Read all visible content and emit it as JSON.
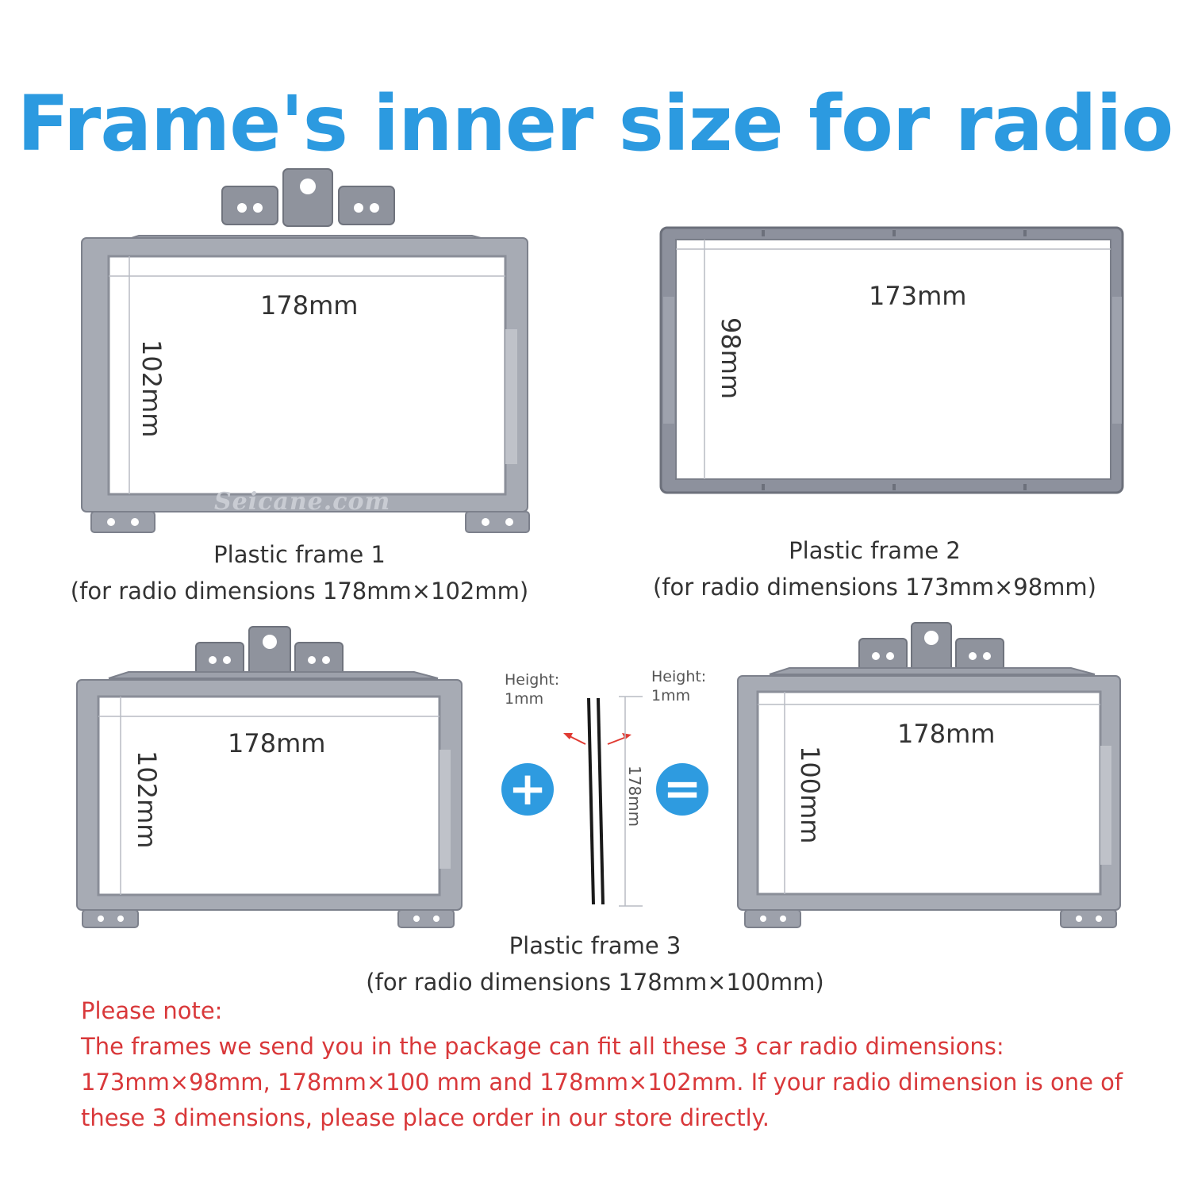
{
  "title": "Frame's inner size for radio",
  "colors": {
    "title": "#2c9ae0",
    "accent_circle": "#2e9be0",
    "note": "#d9383a",
    "frame_fill": "#a7abb4",
    "frame_edge": "#7d818c",
    "frame2_fill": "#8d919d",
    "arrow": "#e03a32",
    "strip": "#1a1a1a"
  },
  "frame1": {
    "width_label": "178mm",
    "height_label": "102mm",
    "caption_line1": "Plastic frame 1",
    "caption_line2": "(for radio dimensions 178mm×102mm)",
    "watermark": "Seicane.com"
  },
  "frame2": {
    "width_label": "173mm",
    "height_label": "98mm",
    "caption_line1": "Plastic frame 2",
    "caption_line2": "(for radio dimensions 173mm×98mm)"
  },
  "frame3": {
    "left_width_label": "178mm",
    "left_height_label": "102mm",
    "strip_height_left": "Height:",
    "strip_height_left_value": "1mm",
    "strip_height_right": "Height:",
    "strip_height_right_value": "1mm",
    "strip_length_label": "178mm",
    "plus_symbol": "+",
    "equals_symbol": "=",
    "right_width_label": "178mm",
    "right_height_label": "100mm",
    "caption_line1": "Plastic frame 3",
    "caption_line2": "(for radio dimensions 178mm×100mm)"
  },
  "note": {
    "heading": "Please note:",
    "line1": "The frames we send you in the package can fit all these 3 car radio dimensions:",
    "line2": "173mm×98mm,  178mm×100 mm and  178mm×102mm. If your radio dimension is one of",
    "line3": "these 3 dimensions, please place order in our store directly."
  }
}
